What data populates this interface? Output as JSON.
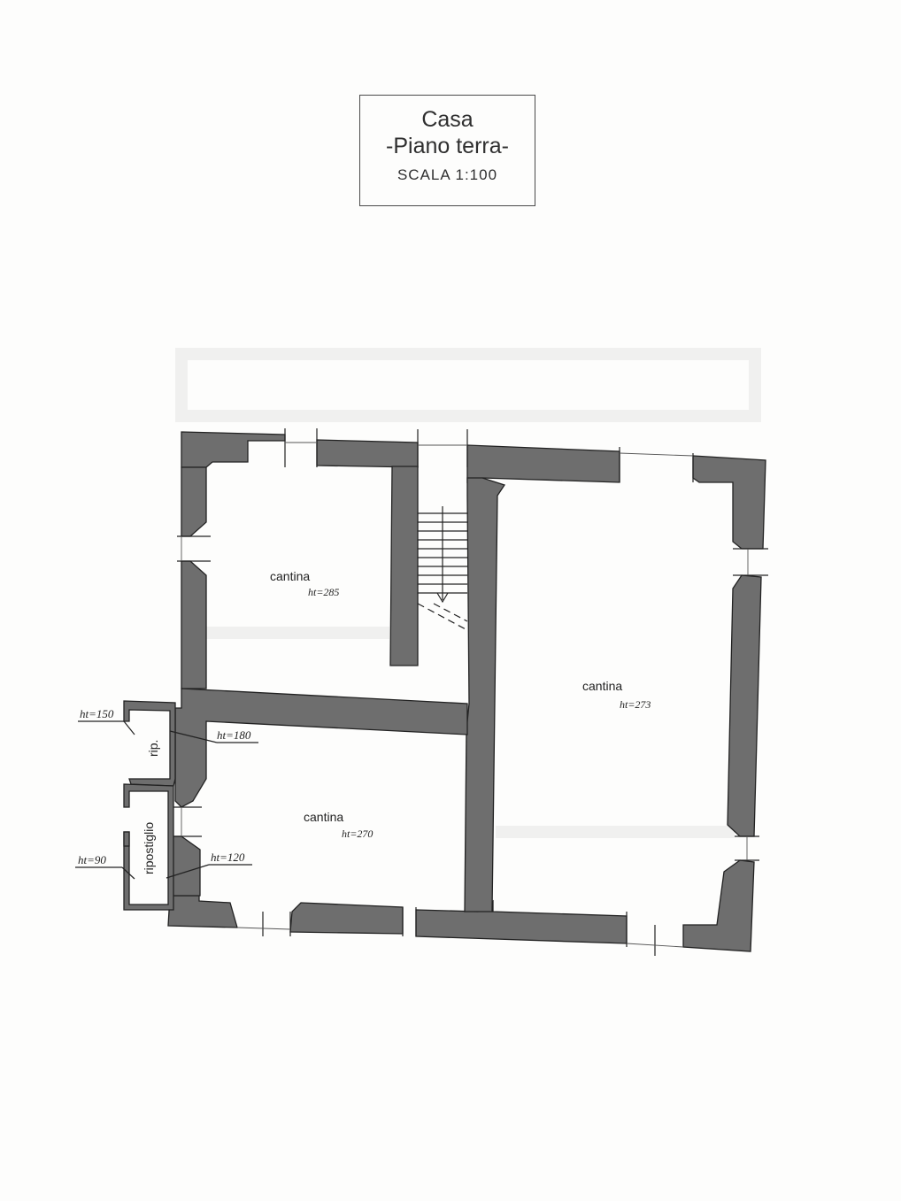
{
  "title": {
    "name": "Casa",
    "floor": "-Piano terra-",
    "scale": "SCALA  1:100"
  },
  "rooms": {
    "nw": {
      "name": "cantina",
      "height": "ht=285"
    },
    "east": {
      "name": "cantina",
      "height": "ht=273"
    },
    "sw": {
      "name": "cantina",
      "height": "ht=270"
    },
    "rip": {
      "name": "rip."
    },
    "ripostiglio": {
      "name": "ripostiglio"
    }
  },
  "leaders": {
    "rip_outer": "ht=150",
    "rip_inner": "ht=180",
    "ripostiglio_outer": "ht=90",
    "ripostiglio_inner": "ht=120"
  },
  "colors": {
    "wall": "#6e6e6e",
    "line": "#222222",
    "paper": "#fdfdfc"
  }
}
